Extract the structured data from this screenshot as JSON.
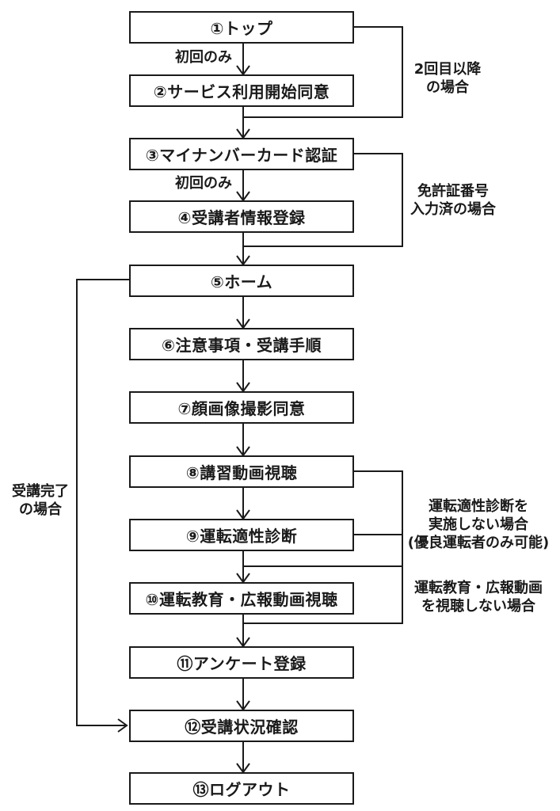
{
  "flowchart": {
    "title": "online-course-flow",
    "colors": {
      "line": "#1a1a1a",
      "background": "#ffffff",
      "text": "#1a1a1a"
    },
    "boxes": [
      {
        "label": "①トップ"
      },
      {
        "label": "②サービス利用開始同意"
      },
      {
        "label": "③マイナンバーカード認証"
      },
      {
        "label": "④受講者情報登録"
      },
      {
        "label": "⑤ホーム"
      },
      {
        "label": "⑥注意事項・受講手順"
      },
      {
        "label": "⑦顔画像撮影同意"
      },
      {
        "label": "⑧講習動画視聴"
      },
      {
        "label": "⑨運転適性診断"
      },
      {
        "label": "⑩運転教育・広報動画視聴"
      },
      {
        "label": "⑪アンケート登録"
      },
      {
        "label": "⑫受講状況確認"
      },
      {
        "label": "⑬ログアウト"
      }
    ],
    "edge_labels": {
      "first_time_top": "初回のみ",
      "second_time_case": "2回目以降\nの場合",
      "first_time_mid": "初回のみ",
      "license_number_entered_case": "免許証番号\n入力済の場合",
      "course_completed_case": "受講完了\nの場合",
      "skip_aptitude_test_case": "運転適性診断を\n実施しない場合\n(優良運転者のみ可能)",
      "skip_pr_video_case": "運転教育・広報動画\nを視聴しない場合"
    }
  }
}
